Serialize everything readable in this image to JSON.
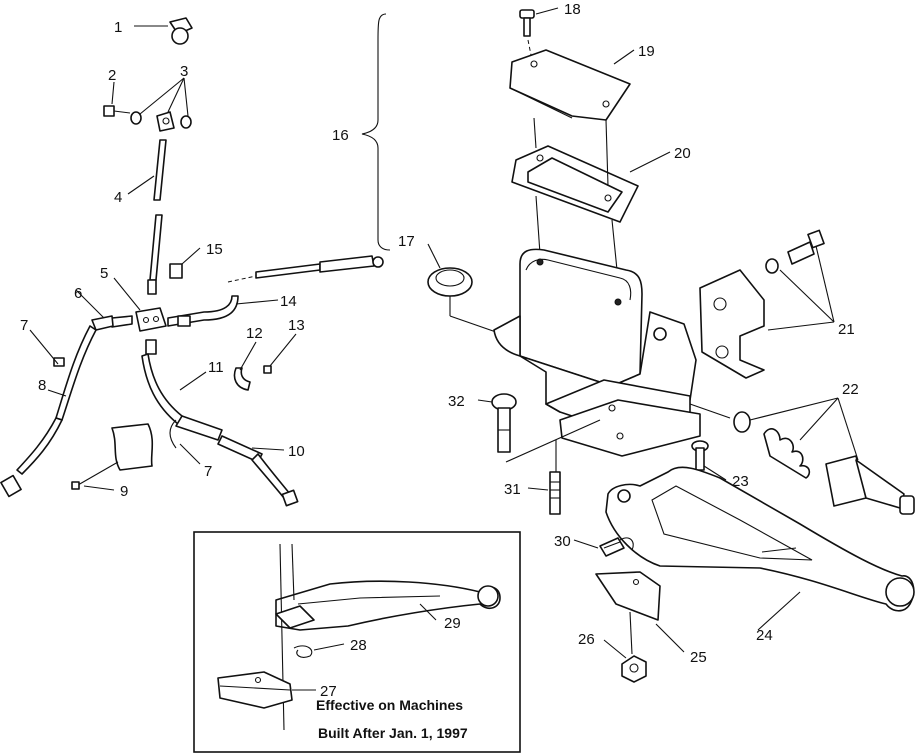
{
  "callouts": [
    "1",
    "2",
    "3",
    "4",
    "5",
    "6",
    "7",
    "8",
    "9",
    "10",
    "11",
    "12",
    "13",
    "14",
    "15",
    "16",
    "17",
    "18",
    "19",
    "20",
    "21",
    "22",
    "23",
    "24",
    "25",
    "26",
    "27",
    "28",
    "29",
    "30",
    "31",
    "32",
    "7"
  ],
  "inset_note": {
    "line1": "Effective on Machines",
    "line2": "Built After Jan. 1, 1997"
  }
}
